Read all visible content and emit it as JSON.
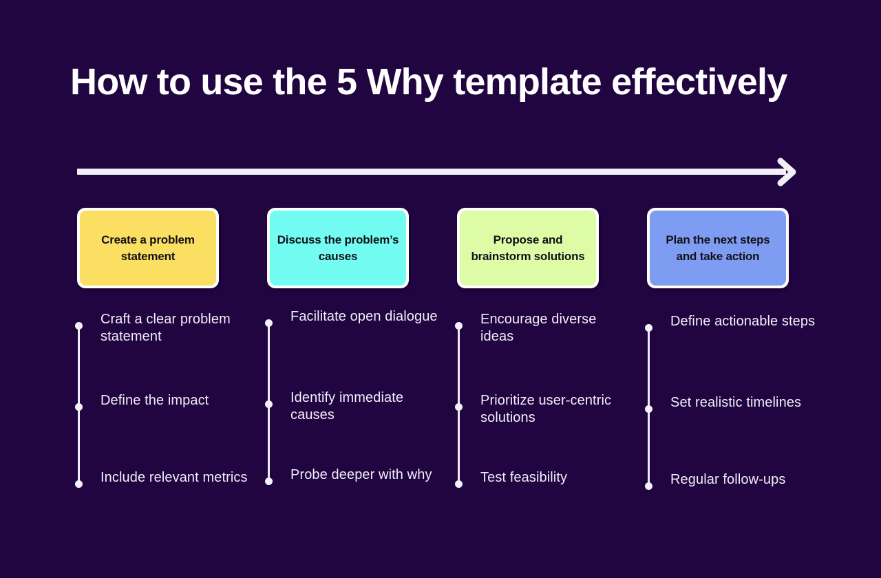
{
  "page": {
    "background_color": "#200541",
    "title": "How to use the 5 Why template effectively"
  },
  "arrow": {
    "name": "progress-arrow",
    "color": "#F2EFF6",
    "direction": "right"
  },
  "columns": [
    {
      "card": {
        "label": "Create a problem statement",
        "fill_color": "#FBDF62",
        "border_color": "#FFFFFF",
        "text_color": "#111018"
      },
      "items": [
        "Craft a clear problem statement",
        "Define the impact",
        "Include relevant metrics"
      ]
    },
    {
      "card": {
        "label": "Discuss the problem’s causes",
        "fill_color": "#73FCF2",
        "border_color": "#FFFFFF",
        "text_color": "#111018"
      },
      "items": [
        "Facilitate open dialogue",
        "Identify immediate causes",
        "Probe deeper with why"
      ]
    },
    {
      "card": {
        "label": "Propose and brainstorm solutions",
        "fill_color": "#DEFBA5",
        "border_color": "#FFFFFF",
        "text_color": "#111018"
      },
      "items": [
        "Encourage diverse ideas",
        "Prioritize user-centric solutions",
        "Test feasibility"
      ]
    },
    {
      "card": {
        "label": "Plan the next steps and take action",
        "fill_color": "#7E9CF1",
        "border_color": "#FFFFFF",
        "text_color": "#111018"
      },
      "items": [
        "Define actionable steps",
        "Set realistic timelines",
        "Regular follow-ups"
      ]
    }
  ],
  "timeline_marker": {
    "dot_color": "#F5F1FA",
    "rail_color": "#F0ECF6"
  }
}
